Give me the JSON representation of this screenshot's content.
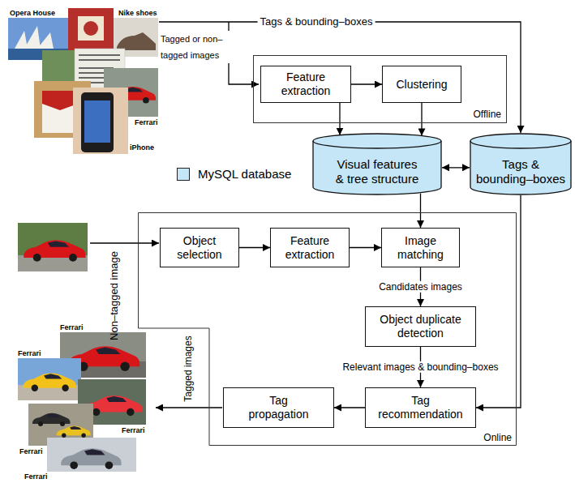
{
  "diagram": {
    "nodes": [
      {
        "text": [
          "Offline"
        ]
      },
      {
        "text": [
          "Feature extraction"
        ],
        "in": 0
      },
      {
        "text": [
          "Clustering"
        ],
        "in": 0
      },
      {
        "text": [
          "Visual features & tree structure"
        ]
      },
      {
        "text": [
          "Tags & bounding–boxes"
        ]
      },
      {
        "text": [
          "Online"
        ]
      },
      {
        "text": [
          "Object selection"
        ],
        "in": 5
      },
      {
        "text": [
          "Feature extraction"
        ],
        "in": 5
      },
      {
        "text": [
          "Image matching"
        ],
        "in": 5
      },
      {
        "text": [
          "Object duplicate detection"
        ],
        "in": 5
      },
      {
        "text": [
          "Tag recommendation"
        ],
        "in": 5
      },
      {
        "text": [
          "Tag propagation"
        ],
        "in": 5
      }
    ],
    "edges": [
      {
        "from": 1,
        "to": 2,
        "arrow": "to"
      },
      {
        "from": 1,
        "to": 3,
        "arrow": "to"
      },
      {
        "from": 2,
        "to": 3,
        "arrow": "to"
      },
      {
        "from": 3,
        "to": 4,
        "arrow": "both"
      },
      {
        "from": 3,
        "to": 8,
        "arrow": "to"
      },
      {
        "from": 6,
        "to": 7,
        "arrow": "to"
      },
      {
        "from": 7,
        "to": 8,
        "arrow": "to"
      },
      {
        "from": 8,
        "to": 9,
        "label": "Candidates images",
        "arrow": "to"
      },
      {
        "from": 9,
        "to": 10,
        "label": "Relevant images & bounding–boxes",
        "arrow": "to"
      },
      {
        "from": 4,
        "to": 10,
        "arrow": "to"
      },
      {
        "from": 10,
        "to": 11,
        "arrow": "to"
      }
    ],
    "labels": [
      "Opera House",
      "Nike shoes",
      "Ferrari",
      "iPhone",
      "Tags & bounding–boxes",
      "Tagged or non–tagged images",
      "Non–tagged image",
      "Tagged images",
      "Ferrari",
      "Ferrari",
      "Ferrari",
      "Ferrari",
      "Ferrari"
    ],
    "legend": [
      {
        "text": "MySQL database",
        "color": "#c4e6f6"
      }
    ]
  }
}
